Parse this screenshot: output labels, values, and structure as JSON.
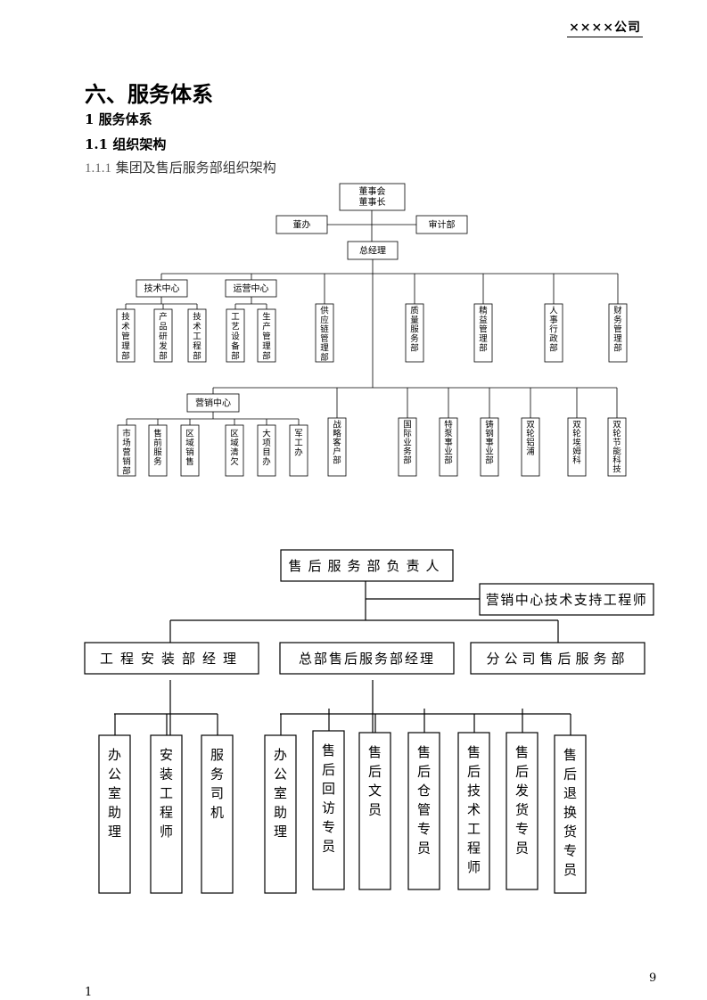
{
  "header": {
    "company": "××××公司"
  },
  "headings": {
    "h1": "六、服务体系",
    "h2": "1 服务体系",
    "h3": "1.1  组织架构",
    "h4_num": "1.1.1",
    "h4_text": " 集团及售后服务部组织架构"
  },
  "chart1": {
    "board": [
      "董事会",
      "董事长"
    ],
    "office": "董办",
    "audit": "审计部",
    "gm": "总经理",
    "tech_center": "技术中心",
    "tech_units": [
      "技术管理部",
      "产品研发部",
      "技术工程部"
    ],
    "ops_center": "运营中心",
    "ops_units": [
      "工艺设备部",
      "生产管理部"
    ],
    "depts": [
      "供应链管理部",
      "质量服务部",
      "精益管理部",
      "人事行政部",
      "财务管理部"
    ],
    "sales_center": "营销中心",
    "sales_units": [
      "市场营销部",
      "售前服务",
      "区域销售",
      "区域清欠",
      "大项目办",
      "军工办"
    ],
    "row2_units": [
      "战略客户部",
      "国际业务部",
      "特泵事业部",
      "铸钢事业部",
      "双轮铝浦",
      "双轮埃姆科",
      "双轮节能科技"
    ]
  },
  "chart2": {
    "head": "售后服务部负责人",
    "support": "营销中心技术支持工程师",
    "mgr_install": "工程安装部经理",
    "mgr_hq": "总部售后服务部经理",
    "mgr_branch": "分公司售后服务部",
    "install_staff": [
      "办公室助理",
      "安装工程师",
      "服务司机"
    ],
    "hq_staff": [
      "办公室助理",
      "售后回访专员",
      "售后文员",
      "售后仓管专员",
      "售后技术工程师",
      "售后发货专员",
      "售后退换货专员"
    ]
  },
  "footer": {
    "page": "9",
    "left": "1"
  }
}
